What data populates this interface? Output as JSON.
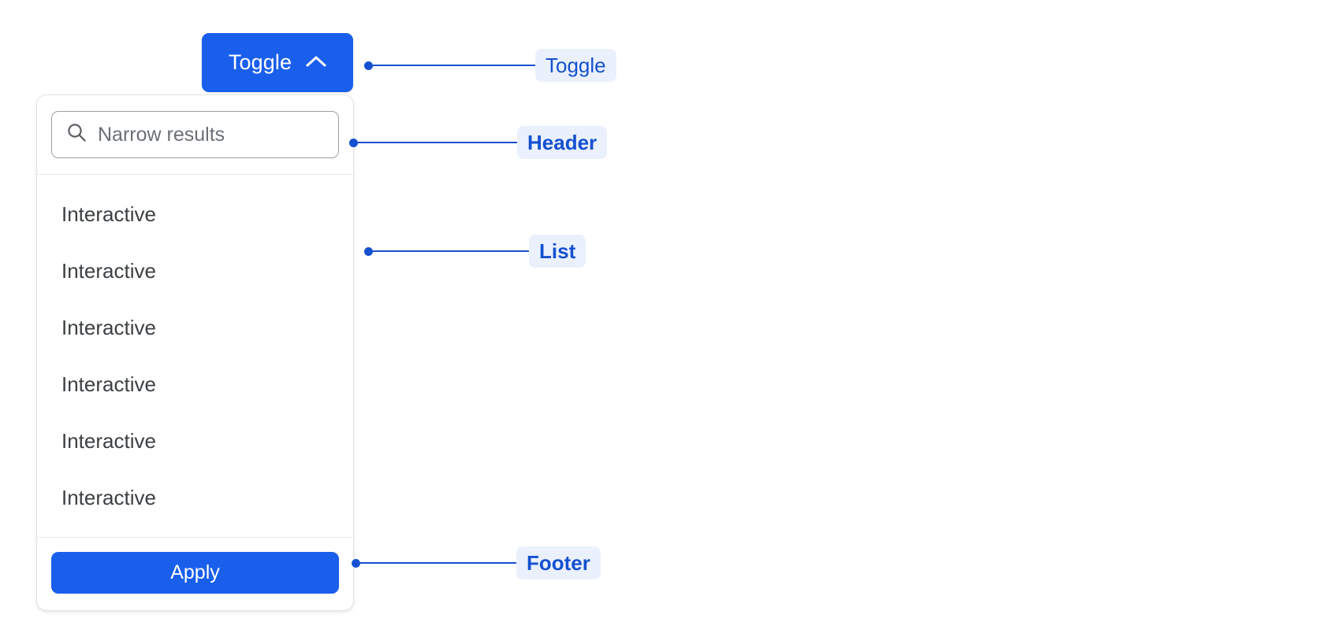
{
  "toggle": {
    "label": "Toggle",
    "icon": "chevron-up-icon",
    "background_color": "#1a5fec",
    "text_color": "#ffffff"
  },
  "dropdown": {
    "header": {
      "search": {
        "icon": "search-icon",
        "placeholder": "Narrow results",
        "value": ""
      }
    },
    "list": {
      "items": [
        {
          "label": "Interactive"
        },
        {
          "label": "Interactive"
        },
        {
          "label": "Interactive"
        },
        {
          "label": "Interactive"
        },
        {
          "label": "Interactive"
        },
        {
          "label": "Interactive"
        }
      ]
    },
    "footer": {
      "apply_label": "Apply",
      "apply_background_color": "#1a5fec"
    },
    "panel_background_color": "#ffffff",
    "panel_border_color": "#e3e5e8"
  },
  "annotations": {
    "accent_color": "#1550d0",
    "pill_background_color": "#eaf1fd",
    "items": [
      {
        "label": "Toggle",
        "bold": false
      },
      {
        "label": "Header",
        "bold": true
      },
      {
        "label": "List",
        "bold": true
      },
      {
        "label": "Footer",
        "bold": true
      }
    ]
  }
}
